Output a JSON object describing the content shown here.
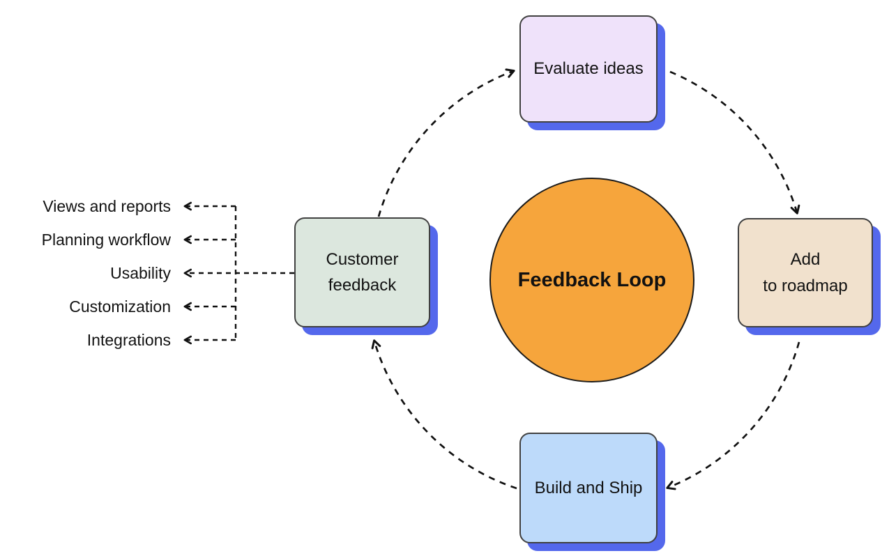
{
  "diagram": {
    "center": {
      "label": "Feedback Loop",
      "fill": "#F6A53C"
    },
    "nodes": {
      "evaluate": {
        "label": "Evaluate ideas",
        "fill": "#EFE2FA"
      },
      "roadmap": {
        "line1": "Add",
        "line2": "to roadmap",
        "fill": "#F1E1CD"
      },
      "build": {
        "label": "Build and Ship",
        "fill": "#BDDAFA"
      },
      "customer": {
        "line1": "Customer",
        "line2": "feedback",
        "fill": "#DCE7DE"
      }
    },
    "edges": [
      {
        "from": "Customer feedback",
        "to": "Evaluate ideas",
        "style": "dashed-arc-arrow"
      },
      {
        "from": "Evaluate ideas",
        "to": "Add to roadmap",
        "style": "dashed-arc-arrow"
      },
      {
        "from": "Add to roadmap",
        "to": "Build and Ship",
        "style": "dashed-arc-arrow"
      },
      {
        "from": "Build and Ship",
        "to": "Customer feedback",
        "style": "dashed-arc-arrow"
      }
    ],
    "feedback_categories": [
      "Views and reports",
      "Planning workflow",
      "Usability",
      "Customization",
      "Integrations"
    ],
    "colors": {
      "background": "#FFFFFF",
      "node_border": "#404040",
      "node_shadow": "#5468EC",
      "arrow": "#111111",
      "text": "#111111"
    }
  }
}
